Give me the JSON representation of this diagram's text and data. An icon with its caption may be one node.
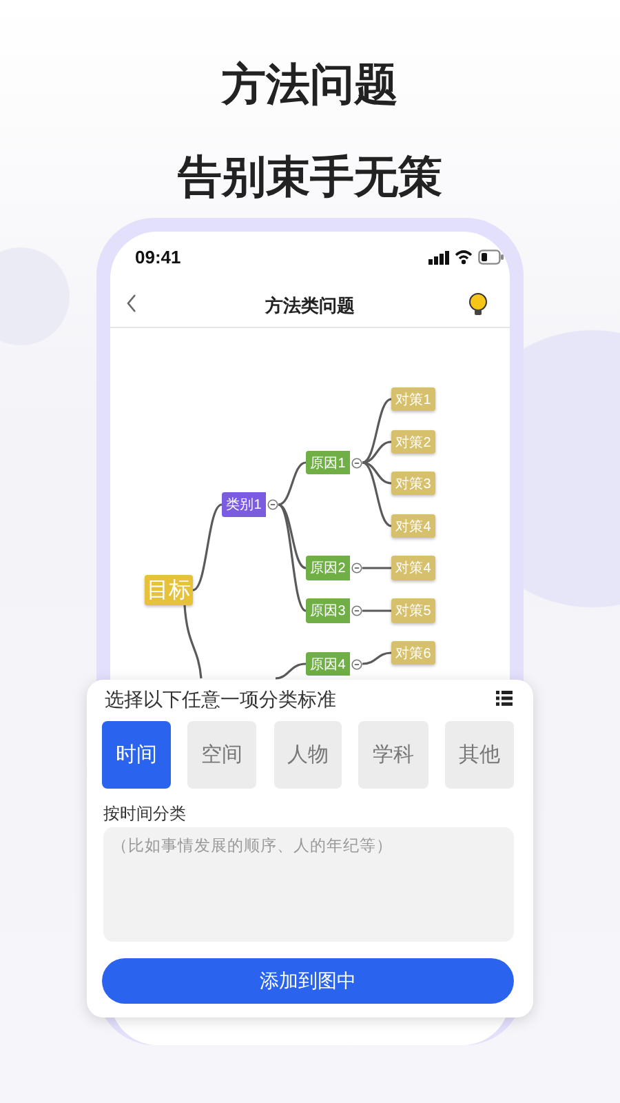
{
  "diagram": {
    "title": "方法问题",
    "nodes": [
      {
        "text": [
          "目标"
        ]
      },
      {
        "text": [
          "类别1"
        ]
      },
      {
        "text": [
          "原因1"
        ]
      },
      {
        "text": [
          "原因2"
        ]
      },
      {
        "text": [
          "原因3"
        ]
      },
      {
        "text": [
          "原因4"
        ]
      },
      {
        "text": [
          "对策1"
        ]
      },
      {
        "text": [
          "对策2"
        ]
      },
      {
        "text": [
          "对策3"
        ]
      },
      {
        "text": [
          "对策4"
        ]
      },
      {
        "text": [
          "对策4"
        ]
      },
      {
        "text": [
          "对策5"
        ]
      },
      {
        "text": [
          "对策6"
        ]
      }
    ],
    "edges": [
      {
        "from": 0,
        "to": 1,
        "arrow": "none"
      },
      {
        "from": 1,
        "to": 2,
        "arrow": "none"
      },
      {
        "from": 1,
        "to": 3,
        "arrow": "none"
      },
      {
        "from": 1,
        "to": 4,
        "arrow": "none"
      },
      {
        "from": 2,
        "to": 6,
        "arrow": "none"
      },
      {
        "from": 2,
        "to": 7,
        "arrow": "none"
      },
      {
        "from": 2,
        "to": 8,
        "arrow": "none"
      },
      {
        "from": 2,
        "to": 9,
        "arrow": "none"
      },
      {
        "from": 3,
        "to": 10,
        "arrow": "none"
      },
      {
        "from": 4,
        "to": 11,
        "arrow": "none"
      },
      {
        "from": 5,
        "to": 12,
        "arrow": "none"
      },
      {
        "from": 0,
        "to": null,
        "arrow": "none"
      },
      {
        "from": null,
        "to": 5,
        "arrow": "none"
      }
    ],
    "labels": [
      "告别束手无策",
      "09:41",
      "方法类问题",
      "选择以下任意一项分类标准",
      "时间",
      "空间",
      "人物",
      "学科",
      "其他",
      "按时间分类",
      "（比如事情发展的顺序、人的年纪等）",
      "添加到图中"
    ]
  }
}
